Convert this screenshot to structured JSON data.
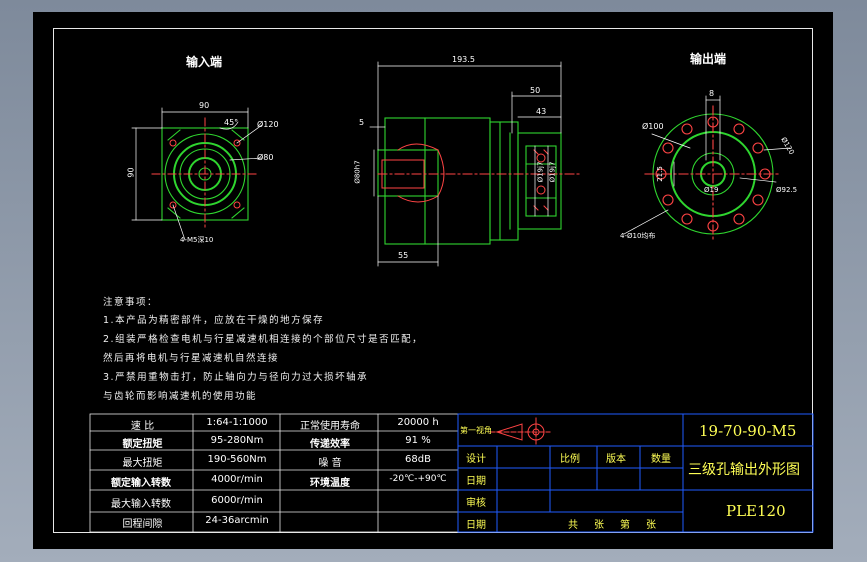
{
  "views": {
    "input_title": "输入端",
    "output_title": "输出端"
  },
  "dims": {
    "input": [
      "90",
      "45°",
      "Ø120",
      "Ø80",
      "90",
      "4-M5深10"
    ],
    "side": [
      "193.5",
      "50",
      "43",
      "5",
      "Ø80h7",
      "Ø19j7",
      "Ø19j7",
      "55"
    ],
    "output": [
      "8",
      "Ø100",
      "Ø92.5",
      "Ø120",
      "21.5",
      "Ø19",
      "4-Ø10均布"
    ]
  },
  "notes": [
    "注意事项：",
    "1.本产品为精密部件，应放在干燥的地方保存",
    "2.组装严格检查电机与行星减速机相连接的个部位尺寸是否匹配，",
    "然后再将电机与行星减速机自然连接",
    "3.严禁用重物击打，防止轴向力与径向力过大损坏轴承",
    "与齿轮而影响减速机的使用功能"
  ],
  "specs": [
    {
      "label": "速 比",
      "value": "1:64-1:1000",
      "label2": "正常使用寿命",
      "value2": "20000 h"
    },
    {
      "label": "额定扭矩",
      "value": "95-280Nm",
      "label2": "传递效率",
      "value2": "91 %"
    },
    {
      "label": "最大扭矩",
      "value": "190-560Nm",
      "label2": "噪 音",
      "value2": "68dB"
    },
    {
      "label": "额定输入转数",
      "value": "4000r/min",
      "label2": "环境温度",
      "value2": "-20℃-+90℃"
    },
    {
      "label": "最大输入转数",
      "value": "6000r/min",
      "label2": "",
      "": "",
      "value2": ""
    },
    {
      "label": "回程间隙",
      "value": "24-36arcmin",
      "label2": "",
      "value2": ""
    }
  ],
  "title_block": {
    "projection": "第一视角",
    "rows": [
      "设计",
      "日期",
      "审核",
      "日期"
    ],
    "col_scale": "比例",
    "col_version": "版本",
    "col_qty": "数量",
    "sheets": "共　张　第　张",
    "model_code": "19-70-90-M5",
    "drawing_name": "三级孔输出外形图",
    "product": "PLE120"
  },
  "colors": {
    "line": "#00ff00",
    "dim": "#ffffff",
    "hatch": "#ff3333",
    "frame": "#1f5cff",
    "title": "#ffff55"
  }
}
